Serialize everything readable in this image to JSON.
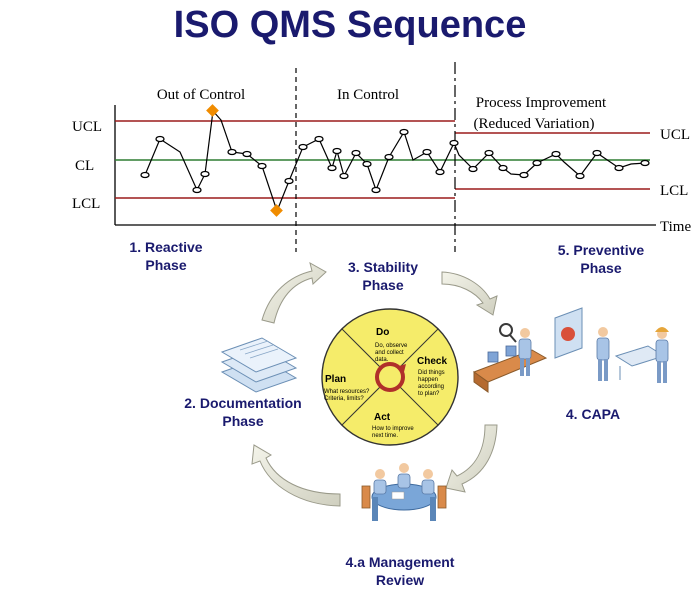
{
  "title": "ISO QMS Sequence",
  "chart": {
    "region_labels": [
      "Out of Control",
      "In Control",
      "Process Improvement",
      "(Reduced Variation)"
    ],
    "line_labels": {
      "ucl": "UCL",
      "cl": "CL",
      "lcl": "LCL",
      "time": "Time"
    }
  },
  "phases": {
    "reactive": [
      "1. Reactive",
      "Phase"
    ],
    "documentation": [
      "2. Documentation",
      "Phase"
    ],
    "stability": [
      "3. Stability",
      "Phase"
    ],
    "capa": [
      "4. CAPA"
    ],
    "management": [
      "4.a Management",
      "Review"
    ],
    "preventive": [
      "5. Preventive",
      "Phase"
    ]
  },
  "pdca": {
    "do": {
      "label": "Do",
      "text": [
        "Do, observe",
        "and collect",
        "data."
      ]
    },
    "check": {
      "label": "Check",
      "text": [
        "Did things",
        "happen",
        "according",
        "to plan?"
      ]
    },
    "plan": {
      "label": "Plan",
      "text": [
        "What resources?",
        "Criteria, limits?"
      ]
    },
    "act": {
      "label": "Act",
      "text": [
        "How to improve",
        "next time."
      ]
    }
  },
  "colors": {
    "title": "#1a1a6e",
    "ucl_lcl": "#9b1b1b",
    "cl": "#2e7d32",
    "circle": "#f5ec6a",
    "arrow": "#e8e8d8",
    "outlier": "#f08c00"
  }
}
